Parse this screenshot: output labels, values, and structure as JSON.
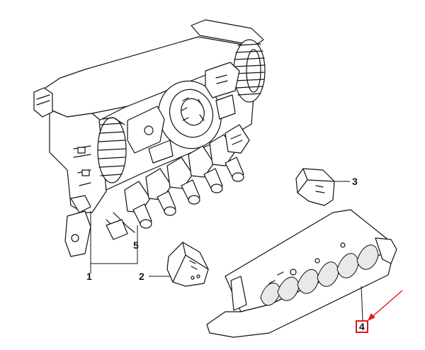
{
  "callouts": {
    "c1": "1",
    "c2": "2",
    "c3": "3",
    "c4": "4",
    "c5": "5"
  },
  "colors": {
    "line": "#111111",
    "highlight": "#e01818",
    "background": "#ffffff"
  },
  "highlighted_callout": "4"
}
